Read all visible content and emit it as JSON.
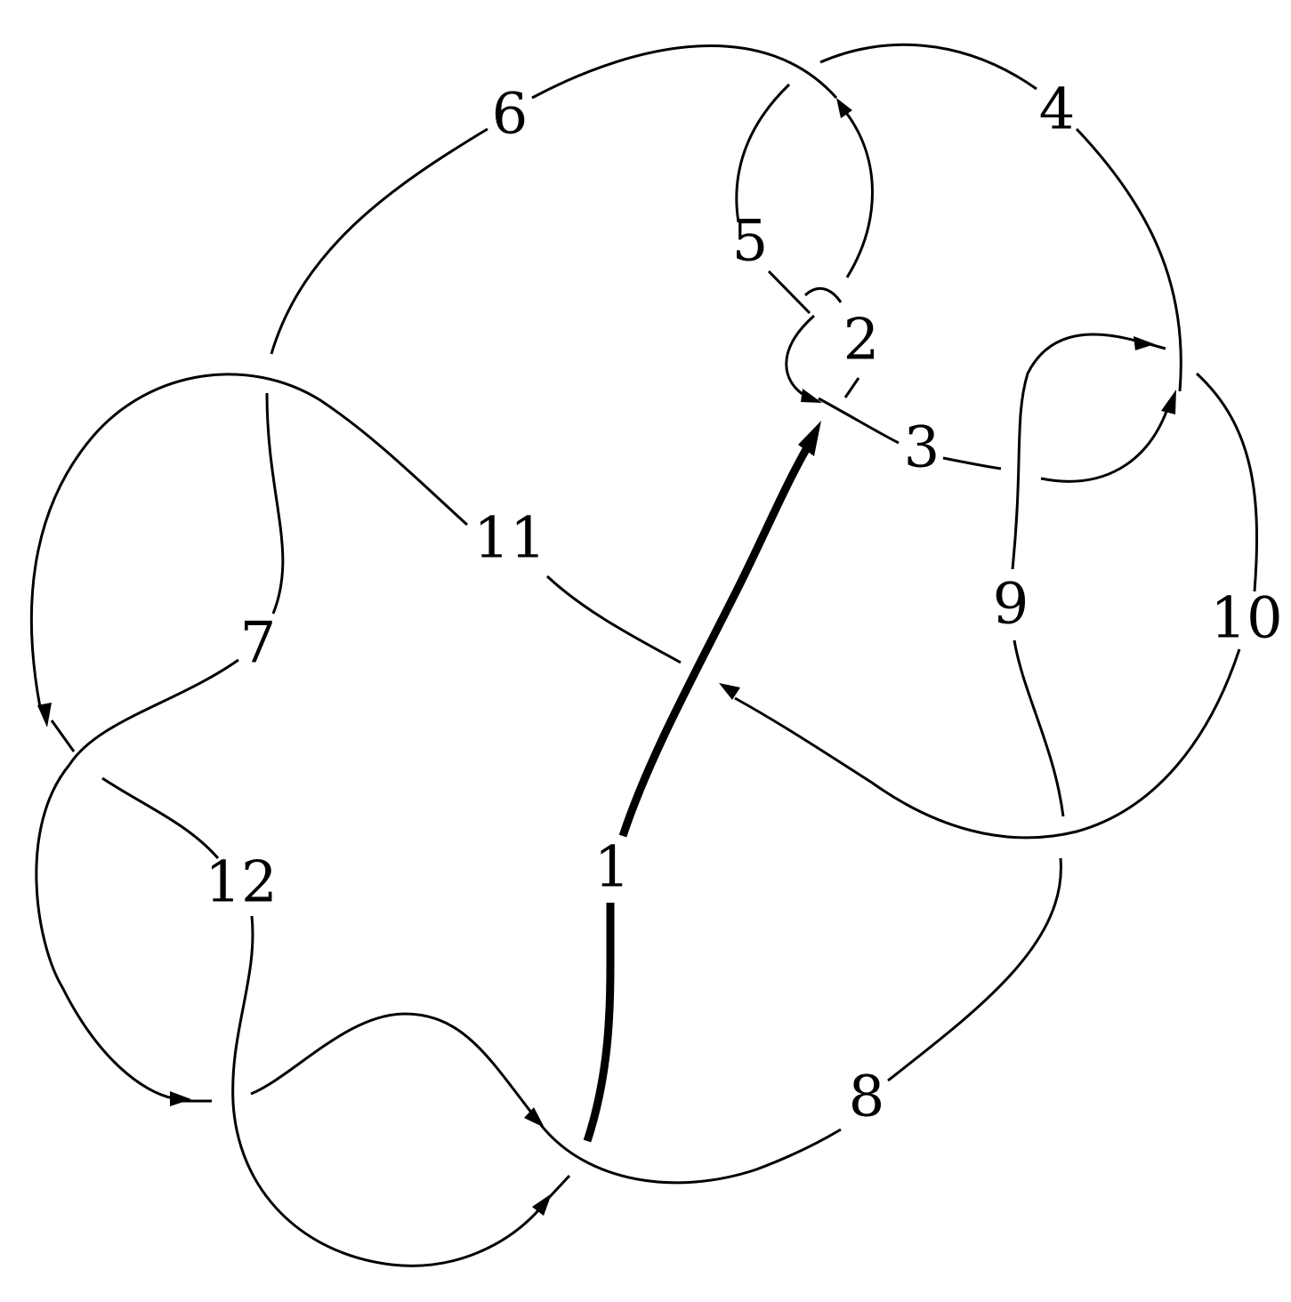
{
  "diagram": {
    "labels": {
      "l1": "1",
      "l2": "2",
      "l3": "3",
      "l4": "4",
      "l5": "5",
      "l6": "6",
      "l7": "7",
      "l8": "8",
      "l9": "9",
      "l10": "10",
      "l11": "11",
      "l12": "12"
    },
    "stroke_color": "#000000",
    "background_color": "#ffffff",
    "highlighted_arc": "1"
  }
}
